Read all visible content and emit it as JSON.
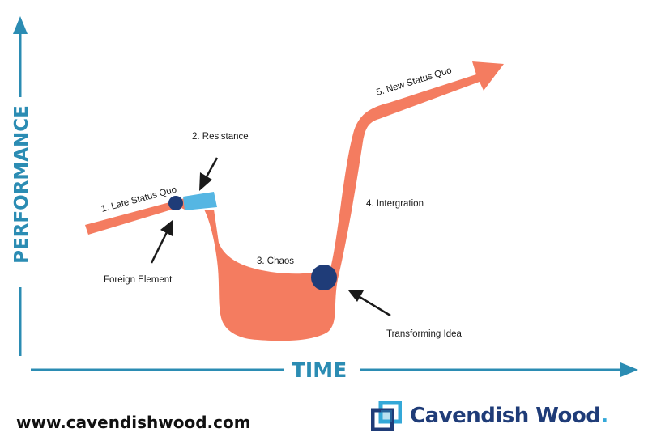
{
  "axes": {
    "y_title": "PERFORMANCE",
    "x_title": "TIME"
  },
  "stages": {
    "late_status_quo": "1. Late Status Quo",
    "resistance": "2. Resistance",
    "chaos": "3. Chaos",
    "integration": "4. Intergration",
    "new_status_quo": "5. New Status Quo"
  },
  "annotations": {
    "foreign_element": "Foreign Element",
    "transforming_idea": "Transforming Idea"
  },
  "footer": {
    "website": "www.cavendishwood.com",
    "brand_name": "Cavendish Wood",
    "brand_dot": "."
  },
  "colors": {
    "curve": "#f47c60",
    "resistance_band": "#55b6e3",
    "marker": "#1f3c78",
    "axis": "#2b8cb3",
    "brand": "#1f3c78"
  }
}
